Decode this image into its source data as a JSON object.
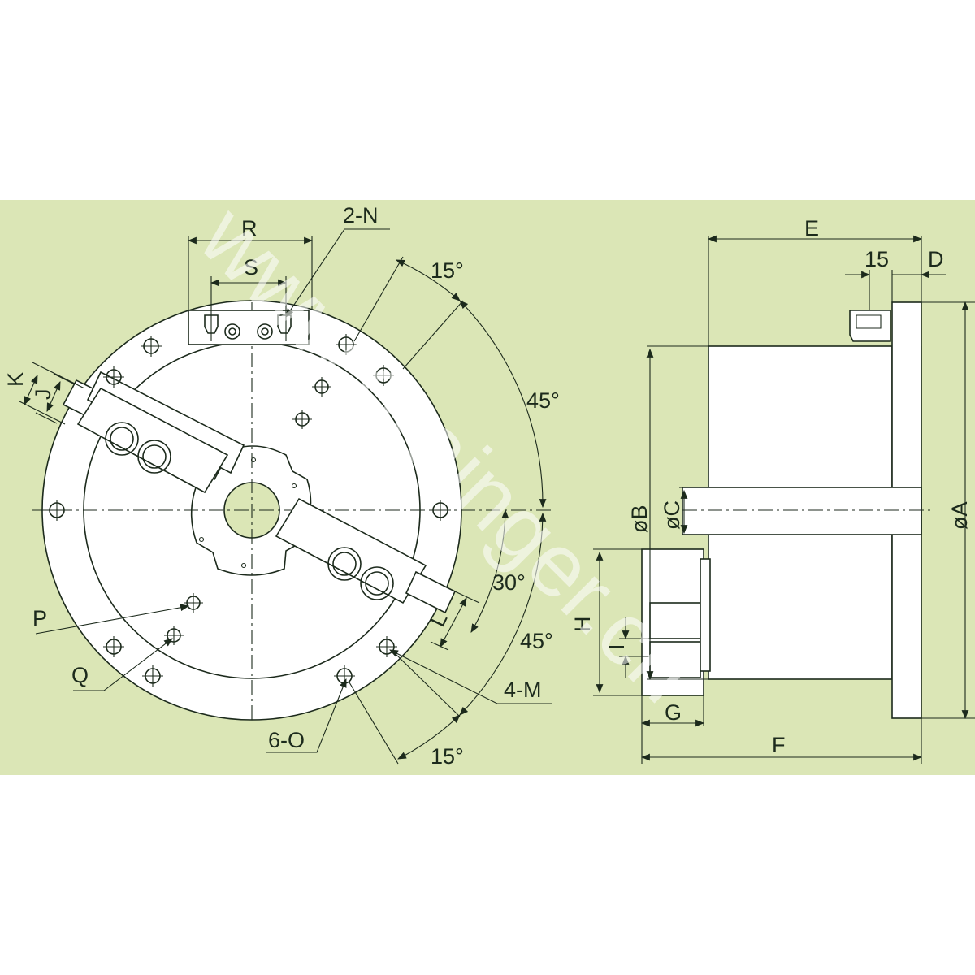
{
  "colors": {
    "panel_background": "#dbe6b6",
    "line": "#1c2a1c",
    "part_fill": "#ffffff",
    "bore_fill": "#dbe6b6"
  },
  "watermark": "www.grainger.cn",
  "labels": {
    "R": "R",
    "S": "S",
    "two_N": "2-N",
    "K": "K",
    "J": "J",
    "P": "P",
    "Q": "Q",
    "L": "L",
    "four_M": "4-M",
    "six_O": "6-O",
    "angle_15_top": "15°",
    "angle_45_top": "45°",
    "angle_30": "30°",
    "angle_45_bottom": "45°",
    "angle_15_bottom": "15°",
    "E": "E",
    "fifteen": "15",
    "D": "D",
    "diaB": "øB",
    "diaC": "øC",
    "diaA": "øA",
    "H": "H",
    "I": "I",
    "G": "G",
    "F": "F"
  }
}
